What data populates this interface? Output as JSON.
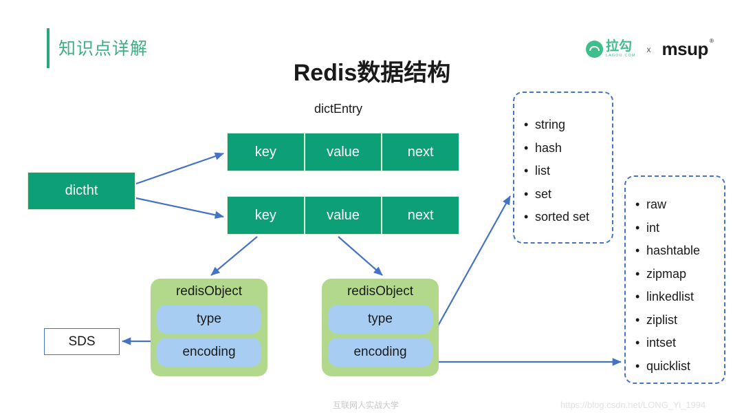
{
  "header": {
    "section_label": "知识点详解",
    "accent_color": "#3FAE82"
  },
  "brand": {
    "lagou_cn": "拉勾",
    "lagou_en": "LAGOU.COM",
    "separator": "x",
    "msup": "msup",
    "msup_registered": "®",
    "brand_green": "#3DBE8B"
  },
  "title": {
    "main": "Redis数据结构",
    "dict_entry_label": "dictEntry"
  },
  "diagram": {
    "dictht_label": "dictht",
    "entry_row_1": [
      "key",
      "value",
      "next"
    ],
    "entry_row_2": [
      "key",
      "value",
      "next"
    ],
    "redis_object_1": {
      "title": "redisObject",
      "type_label": "type",
      "encoding_label": "encoding"
    },
    "redis_object_2": {
      "title": "redisObject",
      "type_label": "type",
      "encoding_label": "encoding"
    },
    "sds_label": "SDS",
    "types_list": [
      "string",
      "hash",
      "list",
      "set",
      "sorted set"
    ],
    "encodings_list": [
      "raw",
      "int",
      "hashtable",
      "zipmap",
      "linkedlist",
      "ziplist",
      "intset",
      "quicklist"
    ],
    "colors": {
      "green_box": "#0DA076",
      "redis_object_bg": "#B2D88C",
      "field_bg": "#A7CEF2",
      "arrow": "#4472C4"
    }
  },
  "footer": {
    "org": "互联网人实战大学",
    "watermark": "https://blog.csdn.net/LONG_Yi_1994"
  }
}
